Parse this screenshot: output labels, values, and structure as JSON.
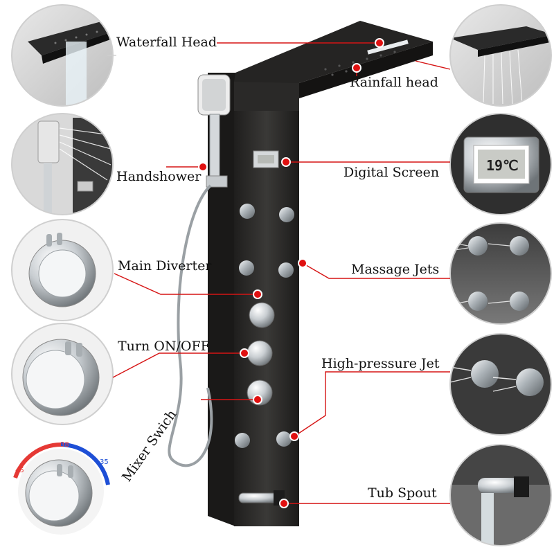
{
  "labels": {
    "waterfall_head": "Waterfall Head",
    "rainfall_head": "Rainfall head",
    "handshower": "Handshower",
    "digital_screen": "Digital Screen",
    "main_diverter": "Main Diverter",
    "massage_jets": "Massage Jets",
    "turn_on_off": "Turn ON/OFF",
    "high_pressure_jet": "High-pressure Jet",
    "mixer_switch": "Mixer Swich",
    "tub_spout": "Tub Spout"
  },
  "thermometer": {
    "display": "19℃",
    "scale_low": "45",
    "scale_mid": "38",
    "scale_high": "35"
  },
  "colors": {
    "leader_line": "#d61414",
    "marker": "#e01010",
    "panel": "#2d2c2b",
    "chrome": "#d9dde0",
    "scale_hot": "#e53935",
    "scale_cold": "#1e4fd6"
  }
}
